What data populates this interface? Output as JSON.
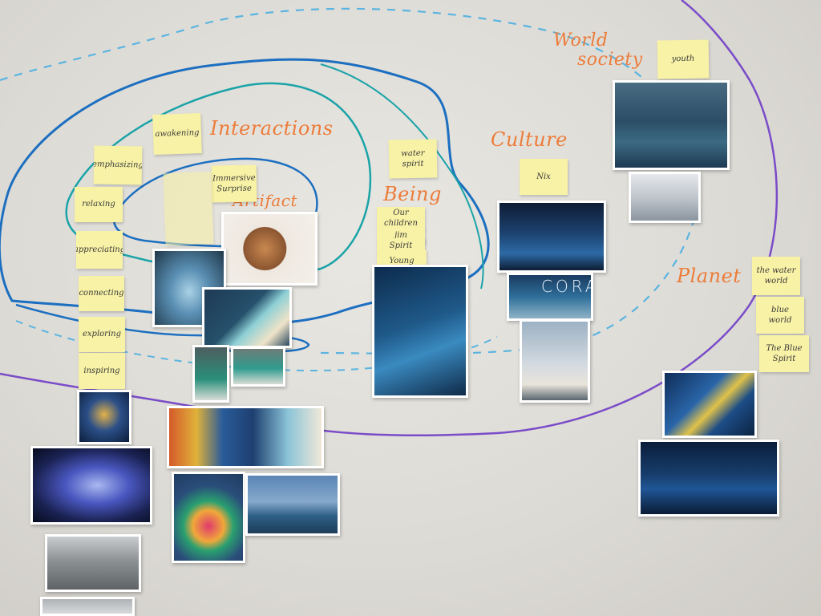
{
  "labels": {
    "interactions": "Interactions",
    "artifact": "Artifact",
    "being": "Being",
    "culture": "Culture",
    "world_society_line1": "World",
    "world_society_line2": "society",
    "planet": "Planet"
  },
  "notes": {
    "awakening": "awakening",
    "emphasizing": "emphasizing",
    "relaxing": "relaxing",
    "appreciating": "appreciating",
    "connecting": "connecting",
    "exploring": "exploring",
    "inspiring": "inspiring",
    "immersive_surprise": "Immersive Surprise",
    "water_spirit": "water spirit",
    "our_children": "Our children",
    "jim": "jim",
    "spirit": "Spirit",
    "young_maids": "Young maids",
    "nix": "Nix",
    "youth": "youth",
    "the_water_world": "the water world",
    "blue_world": "blue world",
    "the_blue_spirit": "The Blue Spirit"
  },
  "photo_text": {
    "corail": "CORAIL"
  },
  "colors": {
    "paper": "#e4e2dd",
    "orange_ink": "#ec7c3a",
    "blue_ink": "#1c6fc0",
    "teal_ink": "#1aa3a8",
    "purple_ink": "#7a4cc8",
    "sticky": "#f8f2a6"
  }
}
